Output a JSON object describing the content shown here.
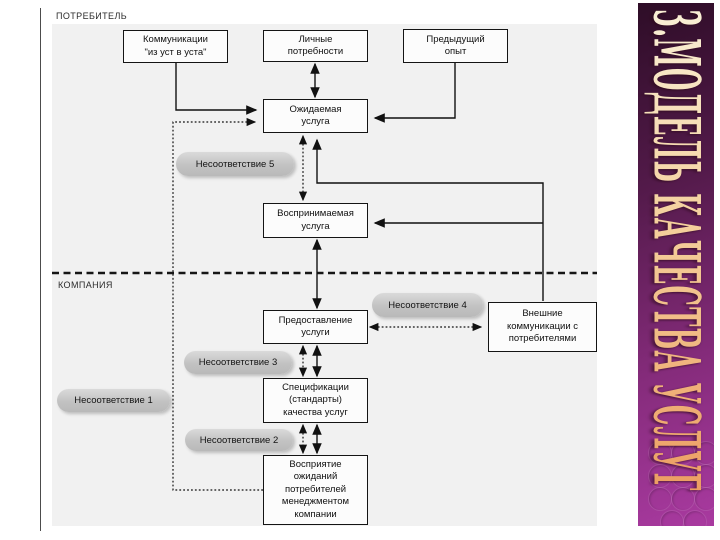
{
  "slide": {
    "vertical_title": "3.МОДЕЛЬ КАЧЕСТВА УСЛУГ",
    "colors": {
      "panel_gradient_top": "#2e0d27",
      "panel_gradient_bottom": "#a93aa0",
      "title_text_light": "#f9efd6",
      "title_text_dark": "#ec9d62",
      "canvas_background": "#f1f1f1",
      "pill_background": "#c5c5c5",
      "box_background": "#fcfcfc",
      "line_color": "#111111"
    }
  },
  "diagram": {
    "zone_labels": {
      "consumer": "ПОТРЕБИТЕЛЬ",
      "company": "КОМПАНИЯ"
    },
    "boxes": {
      "word_of_mouth": "Коммуникации\n\"из уст в уста\"",
      "personal_needs": "Личные\nпотребности",
      "past_experience": "Предыдущий\nопыт",
      "expected_service": "Ожидаемая\nуслуга",
      "perceived_service": "Воспринимаемая\nуслуга",
      "service_delivery": "Предоставление\nуслуги",
      "external_communications": "Внешние\nкоммуникации с\nпотребителями",
      "service_specifications": "Спецификации\n(стандарты)\nкачества услуг",
      "management_perception": "Восприятие\nожиданий\nпотребителей\nменеджментом\nкомпании"
    },
    "gap_labels": {
      "gap1": "Несоответствие 1",
      "gap2": "Несоответствие 2",
      "gap3": "Несоответствие 3",
      "gap4": "Несоответствие 4",
      "gap5": "Несоответствие 5"
    }
  }
}
